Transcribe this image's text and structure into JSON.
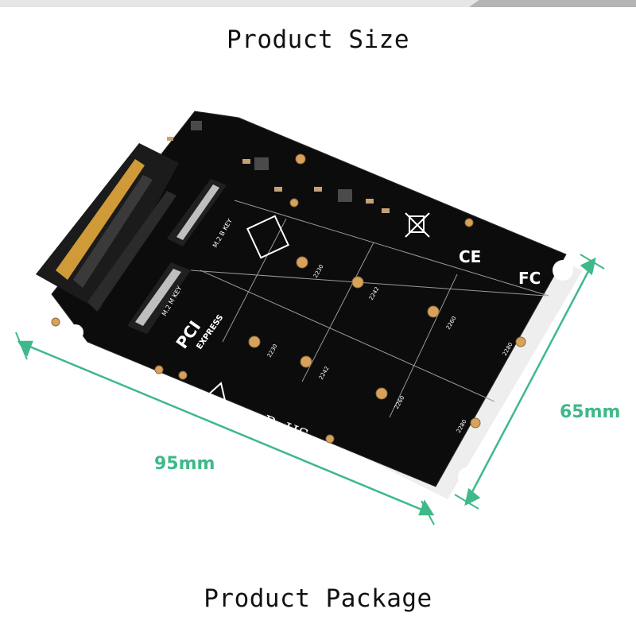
{
  "headings": {
    "top": "Product Size",
    "bottom": "Product Package"
  },
  "dimensions": {
    "width": "95mm",
    "height": "65mm"
  },
  "colors": {
    "background": "#ffffff",
    "board": "#0c0c0d",
    "dimension_line": "#3fb98a",
    "pad_gold": "#d9a25a",
    "connector": "#1b1b1b"
  },
  "board_markings": {
    "rohs": "RoHS",
    "pci": "PCI",
    "express": "EXPRESS",
    "mkey": "M.2 M KEY",
    "bkey": "M.2 B KEY",
    "ce": "CE",
    "fcc": "FC",
    "sizes": [
      "2230",
      "2242",
      "2260",
      "2280"
    ]
  }
}
